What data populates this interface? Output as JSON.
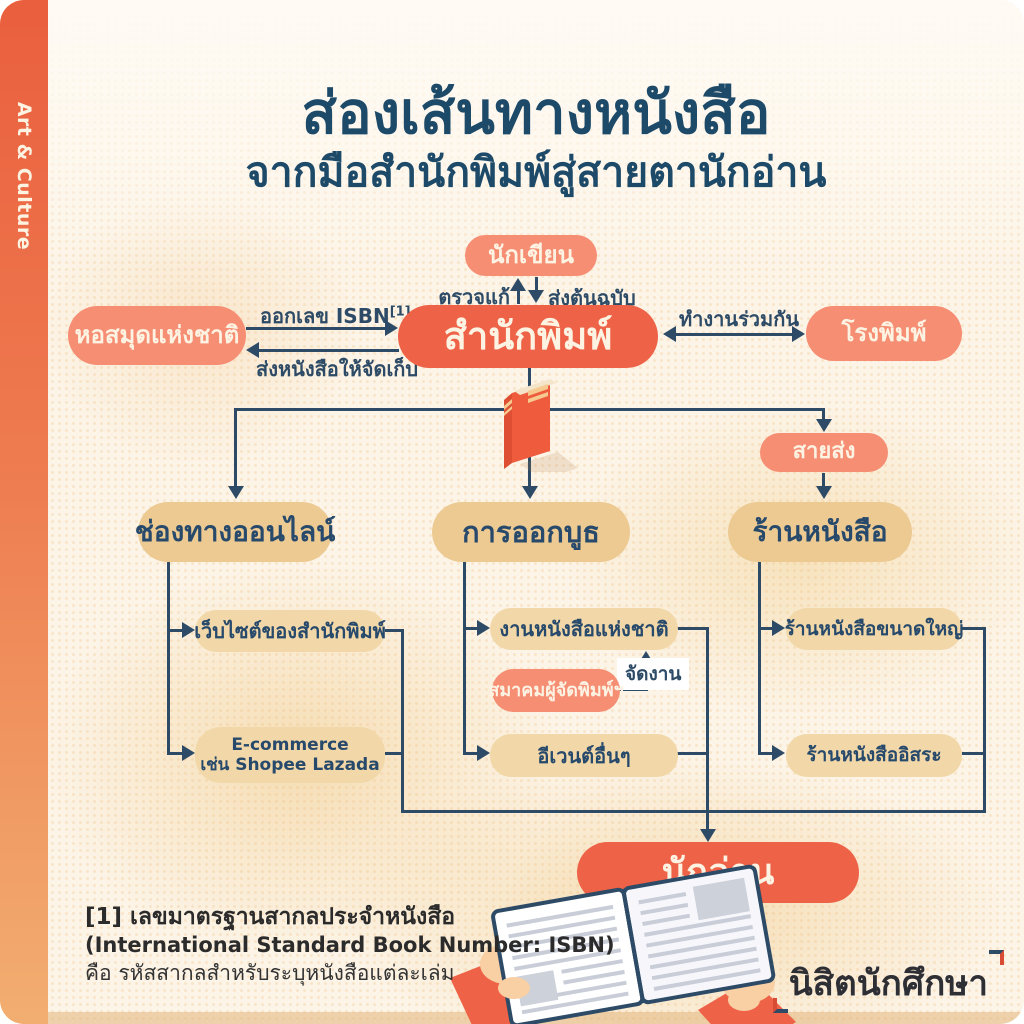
{
  "page": {
    "category_label": "Art & Culture",
    "title_line1": "ส่องเส้นทางหนังสือ",
    "title_line2": "จากมือสำนักพิมพ์สู่สายตานักอ่าน"
  },
  "nodes": {
    "writer": "นักเขียน",
    "publisher": "สำนักพิมพ์",
    "national_library": "หอสมุดแห่งชาติ",
    "printing_house": "โรงพิมพ์",
    "distributor": "สายส่ง",
    "online_channels": "ช่องทางออนไลน์",
    "booth_events": "การออกบูธ",
    "bookstores": "ร้านหนังสือ",
    "publisher_website": "เว็บไซต์ของสำนักพิมพ์",
    "ecommerce_line1": "E-commerce",
    "ecommerce_line2": "เช่น Shopee Lazada",
    "national_book_fair": "งานหนังสือแห่งชาติ",
    "publishers_association": "สมาคมผู้จัดพิมพ์ฯ",
    "other_events": "อีเวนต์อื่นๆ",
    "large_bookstores": "ร้านหนังสือขนาดใหญ่",
    "independent_bookstores": "ร้านหนังสืออิสระ",
    "reader": "นักอ่าน"
  },
  "edge_labels": {
    "review_edit": "ตรวจแก้",
    "send_manuscript": "ส่งต้นฉบับ",
    "issue_isbn": "ออกเลข ISBN",
    "issue_isbn_sup": "[1]",
    "send_books_archive": "ส่งหนังสือให้จัดเก็บ",
    "work_together": "ทำงานร่วมกัน",
    "organize_event": "จัดงาน"
  },
  "footnote": {
    "line1": "[1] เลขมาตรฐานสากลประจำหนังสือ",
    "line2": "(International Standard Book Number: ISBN)",
    "line3": "คือ รหัสสากลสำหรับระบุหนังสือแต่ละเล่ม"
  },
  "branding": {
    "logo_text": "นิสิตนักศึกษา"
  },
  "icons": {
    "book": "book-icon",
    "open_book": "open-book-illustration"
  },
  "colors": {
    "orange": "#ee6247",
    "salmon": "#f68e74",
    "tan": "#ecca92",
    "tan_light": "#f2d8a8",
    "navy_line": "#2d4b66",
    "title_navy": "#1d4a68",
    "cream_text": "#fdf3e3",
    "background": "#fcf4e7",
    "sidebar_gradient_top": "#ea5f3e",
    "sidebar_gradient_bottom": "#f2ae70"
  }
}
